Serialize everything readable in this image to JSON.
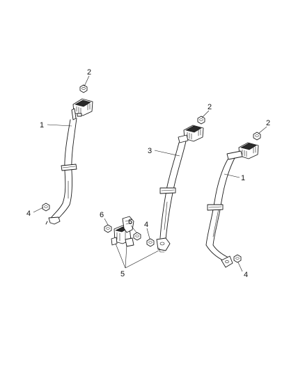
{
  "callouts": {
    "c1a": "1",
    "c1b": "1",
    "c2a": "2",
    "c2b": "2",
    "c2c": "2",
    "c3": "3",
    "c4a": "4",
    "c4b": "4",
    "c4c": "4",
    "c5": "5",
    "c6a": "6",
    "c6b": "6"
  }
}
